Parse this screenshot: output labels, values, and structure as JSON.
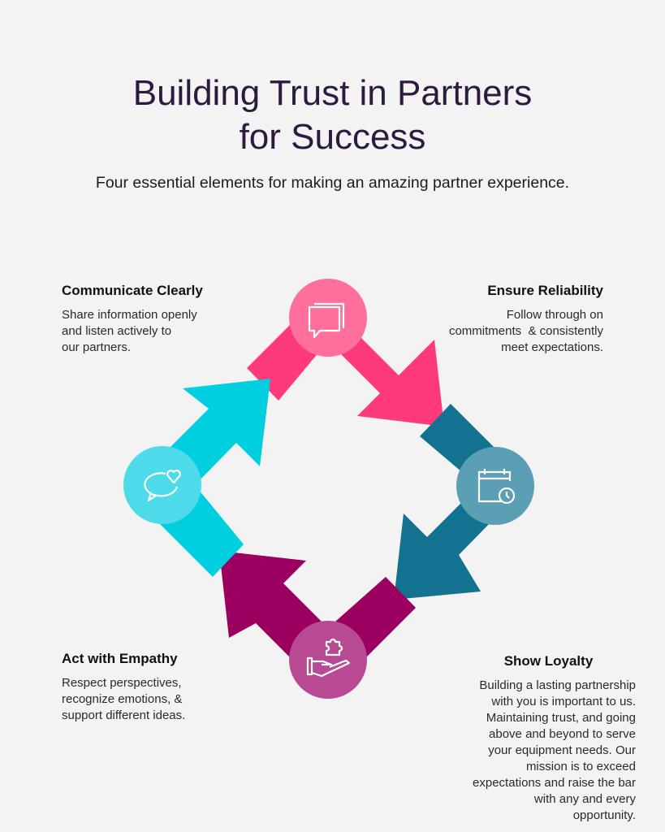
{
  "header": {
    "title_line1": "Building Trust in Partners",
    "title_line2": "for Success",
    "subtitle": "Four essential elements for making an amazing partner experience."
  },
  "elements": [
    {
      "title": "Communicate Clearly",
      "lines": [
        "Share information openly",
        "and listen actively to",
        "our partners."
      ],
      "icon": "chat-bubbles-icon",
      "color": "#ff3a7a"
    },
    {
      "title": "Ensure Reliability",
      "lines": [
        "Follow through on",
        "commitments  & consistently",
        "meet expectations."
      ],
      "icon": "calendar-clock-icon",
      "color": "#13728f"
    },
    {
      "title": "Show Loyalty",
      "lines": [
        "Building a lasting partnership",
        "with you is important to us.",
        "Maintaining trust, and going",
        "above and beyond to serve",
        "your equipment needs. Our",
        "mission is to exceed",
        "expectations and raise the bar",
        "with any and every",
        "opportunity."
      ],
      "icon": "hand-puzzle-icon",
      "color": "#9b0060"
    },
    {
      "title": "Act with Empathy",
      "lines": [
        "Respect perspectives,",
        "recognize emotions, &",
        "support different ideas."
      ],
      "icon": "chat-heart-icon",
      "color": "#00cfe0"
    }
  ]
}
